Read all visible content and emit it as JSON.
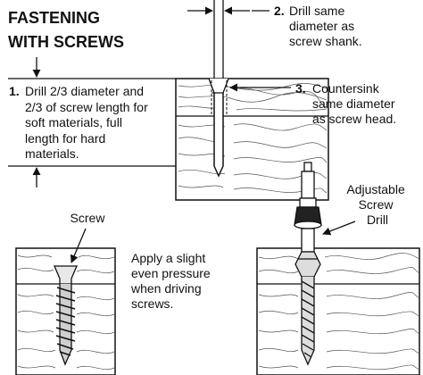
{
  "title": {
    "line1": "FASTENING",
    "line2": "WITH SCREWS"
  },
  "step1": {
    "number": "1.",
    "lines": [
      "Drill 2/3 diameter and",
      "2/3 of screw length for",
      "soft materials, full",
      "length for hard",
      "materials."
    ]
  },
  "step2": {
    "number": "2.",
    "lines": [
      "Drill same",
      "diameter as",
      "screw shank."
    ]
  },
  "step3": {
    "number": "3.",
    "lines": [
      "Countersink",
      "same diameter",
      "as screw head."
    ]
  },
  "labels": {
    "screw": "Screw",
    "adjustable_drill": [
      "Adjustable",
      "Screw",
      "Drill"
    ],
    "apply_pressure": [
      "Apply a slight",
      "even pressure",
      "when driving",
      "screws."
    ]
  }
}
